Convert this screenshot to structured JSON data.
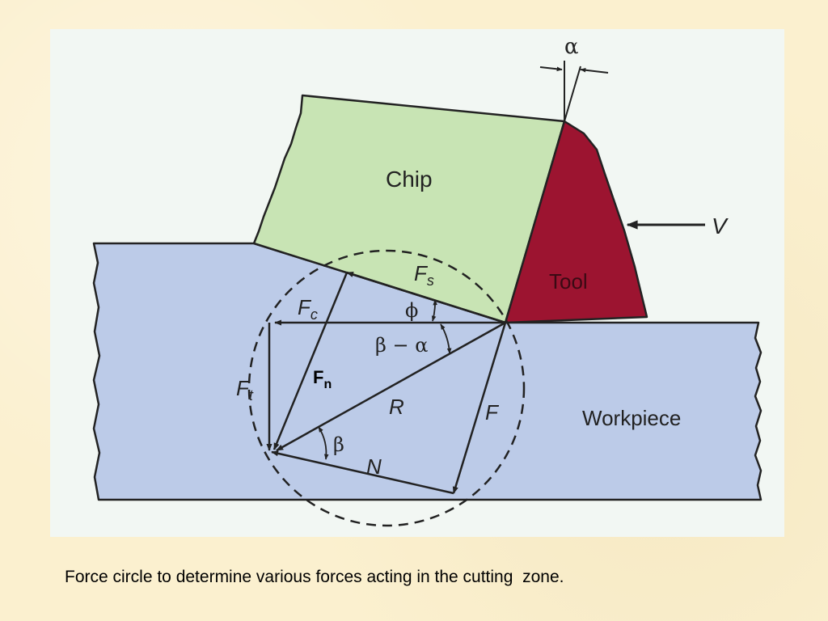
{
  "diagram": {
    "labels": {
      "chip": "Chip",
      "tool": "Tool",
      "workpiece": "Workpiece",
      "velocity": "V",
      "rake_angle": "α",
      "fs_main": "F",
      "fs_sub": "s",
      "fc_main": "F",
      "fc_sub": "c",
      "ft_main": "F",
      "ft_sub": "t",
      "fn_main": "F",
      "fn_sub": "n",
      "r": "R",
      "f": "F",
      "n": "N",
      "phi": "ϕ",
      "beta_minus_alpha": "β − α",
      "beta": "β"
    },
    "colors": {
      "frame": "#f2f7f3",
      "workpiece": "#bccbe8",
      "chip": "#c8e4b4",
      "tool": "#9c1430",
      "lines": "#222222"
    }
  },
  "caption": "Force circle to determine various forces acting in the cutting  zone."
}
